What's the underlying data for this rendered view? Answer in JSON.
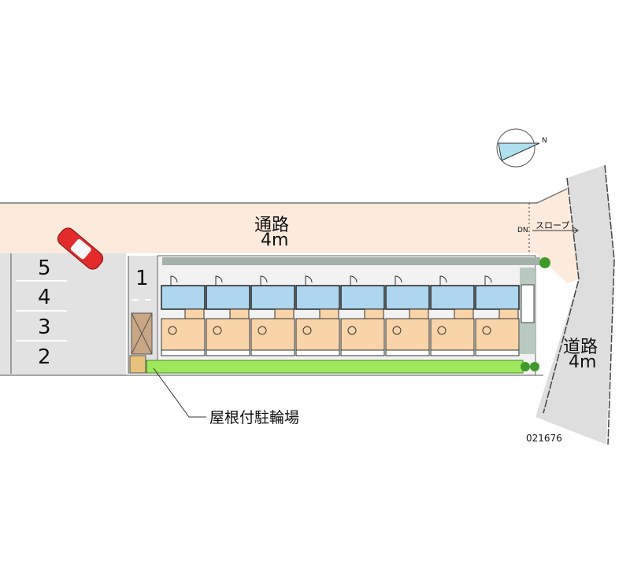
{
  "top_road": {
    "name": "通路",
    "width": "4m"
  },
  "right_road": {
    "name": "道路",
    "width": "4m"
  },
  "parking_spaces": [
    "5",
    "4",
    "3",
    "2",
    "1"
  ],
  "bicycle_parking_label": "屋根付駐輪場",
  "slope_label": "スロープ",
  "dn_label": "DN",
  "compass_label": "N",
  "map_id": "021676",
  "units_count": 8,
  "colors": {
    "road": "#fcebdc",
    "parking": "#e2e2e2",
    "unit_wet": "#aed6ee",
    "unit_room": "#f8d4a8",
    "grass": "#9ee65c",
    "car": "#e32b2b"
  }
}
